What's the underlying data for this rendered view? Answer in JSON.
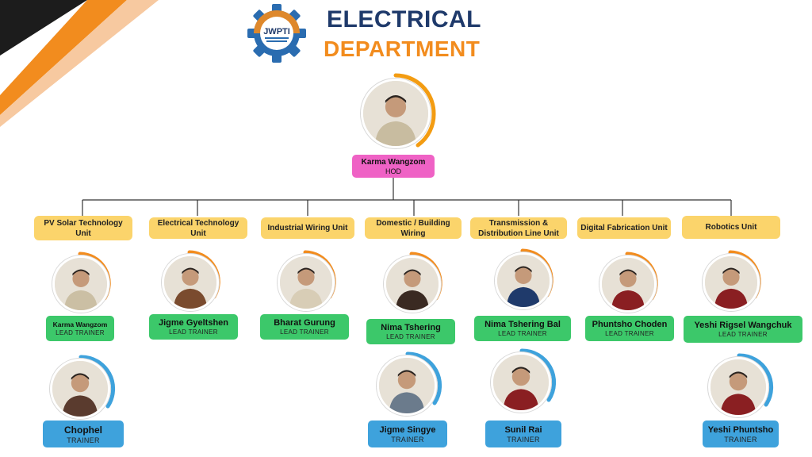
{
  "header": {
    "logo_text": "JWPTI",
    "title_line1": "ELECTRICAL",
    "title_line2": "DEPARTMENT"
  },
  "colors": {
    "navy": "#1f3a6b",
    "orange": "#f28c1e",
    "unit_yellow": "#fbd46b",
    "lead_green": "#3cc86a",
    "trainer_blue": "#3ea2dc",
    "hod_pink": "#ef62c5"
  },
  "hod": {
    "name": "Karma Wangzom",
    "role": "HOD"
  },
  "units": [
    {
      "name": "PV Solar Technology\nUnit",
      "lead": {
        "name": "Karma Wangzom",
        "role": "LEAD TRAINER"
      },
      "trainer": {
        "name": "Chophel",
        "role": "TRAINER"
      }
    },
    {
      "name": "Electrical Technology\nUnit",
      "lead": {
        "name": "Jigme Gyeltshen",
        "role": "LEAD TRAINER"
      }
    },
    {
      "name": "Industrial Wiring Unit",
      "lead": {
        "name": "Bharat Gurung",
        "role": "LEAD TRAINER"
      }
    },
    {
      "name": "Domestic / Building\nWiring",
      "lead": {
        "name": "Nima Tshering",
        "role": "LEAD TRAINER"
      },
      "trainer": {
        "name": "Jigme Singye",
        "role": "TRAINER"
      }
    },
    {
      "name": "Transmission &\nDistribution Line Unit",
      "lead": {
        "name": "Nima Tshering Bal",
        "role": "LEAD TRAINER"
      },
      "trainer": {
        "name": "Sunil Rai",
        "role": "TRAINER"
      }
    },
    {
      "name": "Digital Fabrication Unit",
      "lead": {
        "name": "Phuntsho Choden",
        "role": "LEAD TRAINER"
      }
    },
    {
      "name": "Robotics Unit",
      "lead": {
        "name": "Yeshi Rigsel Wangchuk",
        "role": "LEAD TRAINER"
      },
      "trainer": {
        "name": "Yeshi Phuntsho",
        "role": "TRAINER"
      }
    }
  ]
}
